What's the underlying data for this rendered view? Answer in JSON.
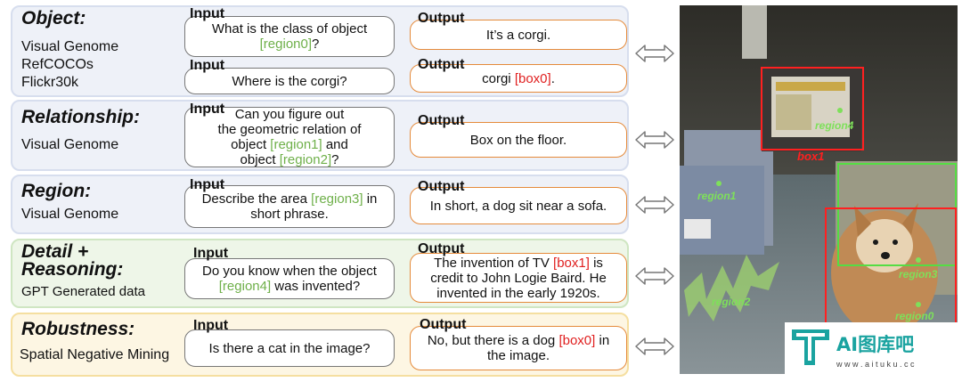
{
  "panels": {
    "object": {
      "title": "Object:",
      "sub": [
        "Visual Genome",
        "RefCOCOs",
        "Flickr30k"
      ]
    },
    "relationship": {
      "title": "Relationship:",
      "sub": [
        "Visual Genome"
      ]
    },
    "region": {
      "title": "Region:",
      "sub": [
        "Visual Genome"
      ]
    },
    "detail": {
      "title": "Detail +",
      "title2": "Reasoning:",
      "sub": [
        "GPT Generated data"
      ]
    },
    "robustness": {
      "title": "Robustness:",
      "sub": [
        "Spatial Negative Mining"
      ]
    }
  },
  "labels": {
    "input": "Input",
    "output": "Output"
  },
  "qa": {
    "obj1_in_a": "What is the class of object",
    "obj1_in_tag": "[region0]",
    "obj1_in_b": "?",
    "obj1_out": "It’s a corgi.",
    "obj2_in": "Where is the corgi?",
    "obj2_out_a": "corgi ",
    "obj2_out_tag": "[box0]",
    "obj2_out_b": ".",
    "rel_in_l1": "Can you figure out",
    "rel_in_l2": "the geometric relation of",
    "rel_in_l3a": "object ",
    "rel_in_l3tag": "[region1]",
    "rel_in_l3b": " and",
    "rel_in_l4a": "object ",
    "rel_in_l4tag": "[region2]",
    "rel_in_l4b": "?",
    "rel_out": "Box on the floor.",
    "reg_in_a": "Describe the area ",
    "reg_in_tag": "[region3]",
    "reg_in_b": " in",
    "reg_in_c": "short phrase.",
    "reg_out": "In short, a dog sit near a sofa.",
    "det_in_a": "Do you know when the object",
    "det_in_tag": "[region4]",
    "det_in_b": " was invented?",
    "det_out_a": "The invention of TV ",
    "det_out_tag": "[box1]",
    "det_out_b": " is",
    "det_out_c": "credit to John Logie Baird. He",
    "det_out_d": "invented in the early 1920s.",
    "rob_in": "Is there a cat in the image?",
    "rob_out_a": "No, but there is a dog ",
    "rob_out_tag": "[box0]",
    "rob_out_b": " in",
    "rob_out_c": "the image."
  },
  "image_annotations": {
    "box1": "box1",
    "region0": "region0",
    "region1": "region1",
    "region2": "region2",
    "region3": "region3",
    "region4": "region4"
  },
  "watermark": {
    "brand": "AI图库吧",
    "url": "w w w . a i t u k u . c c"
  },
  "colors": {
    "region": "#6fb04a",
    "box": "#e02020",
    "output_border": "#e58a3a"
  }
}
